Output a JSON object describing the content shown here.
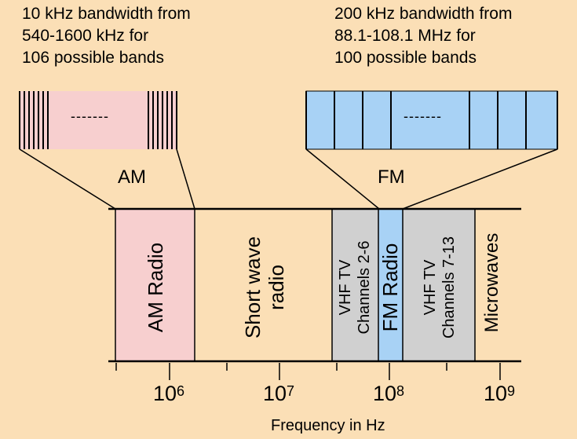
{
  "colors": {
    "background": "#fbdfb6",
    "am": "#f7cfcf",
    "fm": "#a8d2f5",
    "tv": "#d0d0d0",
    "line": "#000000"
  },
  "am_caption": "10 kHz bandwidth from\n540-1600 kHz for\n106 possible bands",
  "fm_caption": "200 kHz bandwidth from\n88.1-108.1 MHz for\n100 possible bands",
  "am_label": "AM",
  "fm_label": "FM",
  "dots": "-------",
  "bands": {
    "am_radio": "AM Radio",
    "short_wave": "Short wave\nradio",
    "vhf_low": "VHF TV\nChannels 2-6",
    "fm_radio": "FM Radio",
    "vhf_high": "VHF TV\nChannels 7-13",
    "microwaves": "Microwaves"
  },
  "ticks": [
    {
      "base": "10",
      "exp": "6"
    },
    {
      "base": "10",
      "exp": "7"
    },
    {
      "base": "10",
      "exp": "8"
    },
    {
      "base": "10",
      "exp": "9"
    }
  ],
  "axis_label": "Frequency in Hz"
}
